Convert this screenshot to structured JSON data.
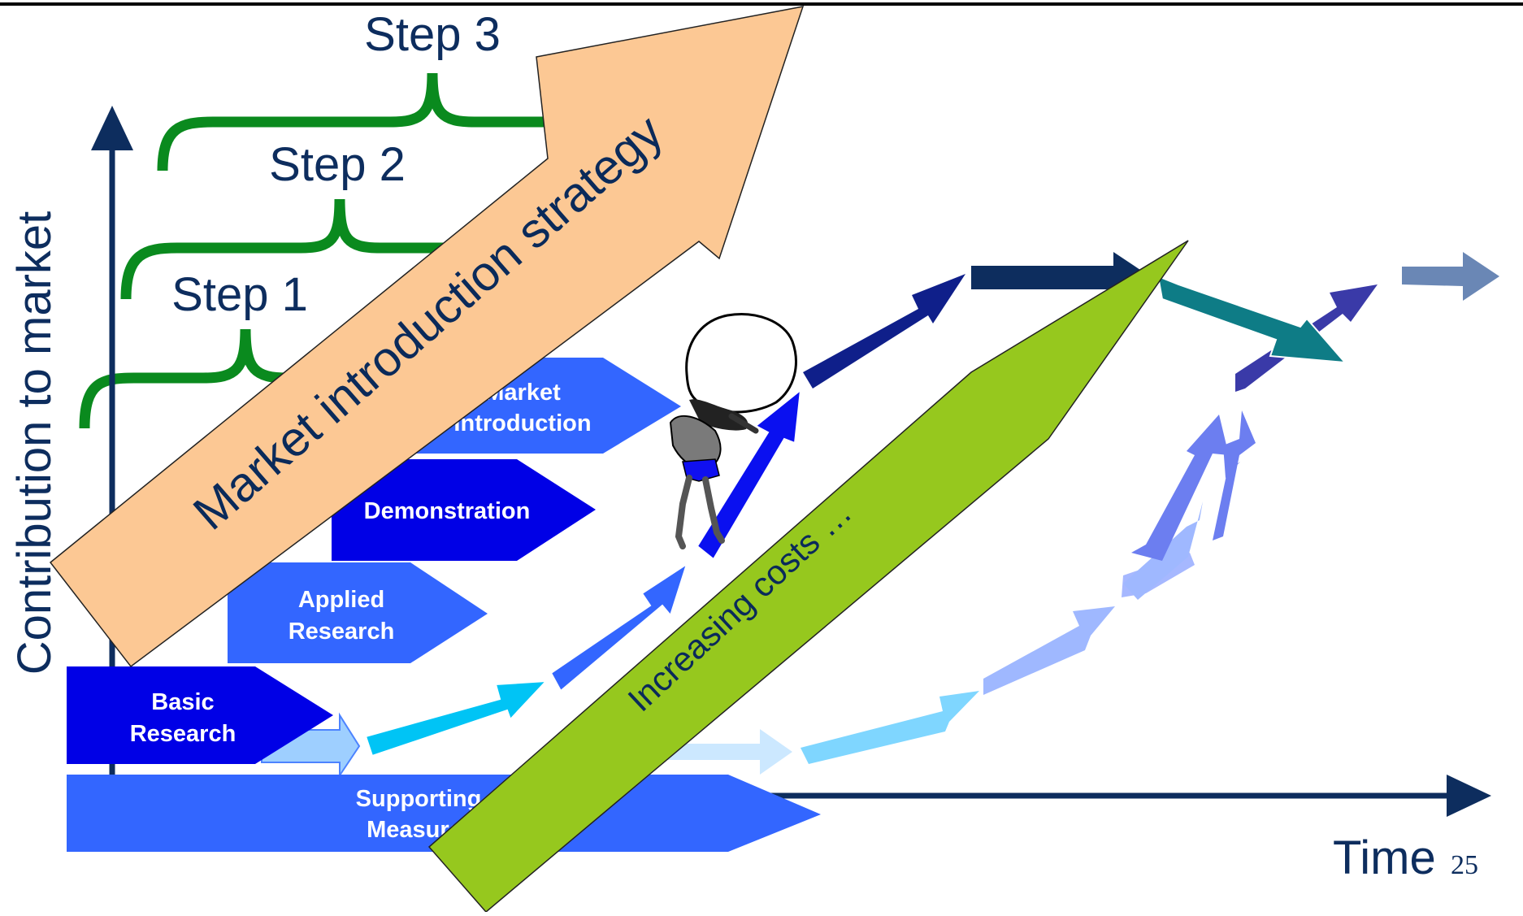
{
  "steps": {
    "step1": "Step 1",
    "step2": "Step 2",
    "step3": "Step 3"
  },
  "axes": {
    "y_label": "Contribution to market",
    "x_label": "Time"
  },
  "page_number": "25",
  "phases": {
    "basic_research": [
      "Basic",
      "Research"
    ],
    "applied_research": [
      "Applied",
      "Research"
    ],
    "demonstration": "Demonstration",
    "market_introduction": [
      "Market",
      "Introduction"
    ],
    "supporting_measures": [
      "Supporting",
      "Measures"
    ]
  },
  "big_arrow_label": "Market introduction strategy",
  "costs_label": "Increasing costs …",
  "colors": {
    "navy": "#0d2d5e",
    "bracket_green": "#0a8a1e",
    "arrow_peach": "#fcc894",
    "cost_green": "#96c81e",
    "phase_blue": "#3366ff",
    "phase_dark_blue": "#0000e6",
    "teal": "#0e7c86"
  }
}
